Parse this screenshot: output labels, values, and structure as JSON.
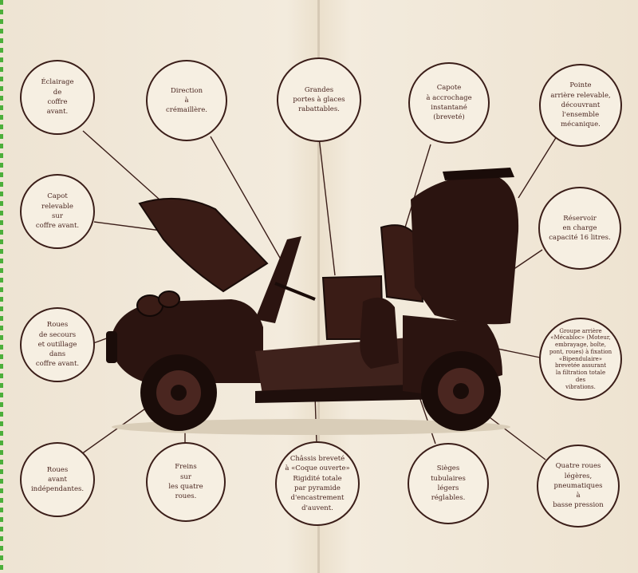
{
  "colors": {
    "ink": "#3b1e19",
    "paper": "#f3ebdd",
    "car_body": "#2b1410",
    "perforation": "#4caf3a"
  },
  "callouts": {
    "eclairage": "Éclairage\nde\ncoffre\navant.",
    "direction": "Direction\nà\ncrémaillère.",
    "grandes_portes": "Grandes\nportes à glaces\nrabattables.",
    "capote": "Capote\nà accrochage\ninstantané\n(breveté)",
    "pointe_arriere": "Pointe\narrière relevable,\ndécouvrant\nl'ensemble\nmécanique.",
    "capot": "Capot\nrelevable\nsur\ncoffre avant.",
    "reservoir": "Réservoir\nen charge\ncapacité 16 litres.",
    "roues_secours": "Roues\nde secours\net outillage\ndans\ncoffre avant.",
    "groupe_arriere": "Groupe arrière\n«Mécabloc» (Moteur,\nembrayage, boîte,\npont, roues) à fixation\n«Bipendulaire»\nbrevetée assurant\nla filtration totale\ndes\nvibrations.",
    "roues_avant": "Roues\navant\nindépendantes.",
    "freins": "Freins\nsur\nles quatre\nroues.",
    "chassis": "Châssis breveté\nà «Coque ouverte»\nRigidité totale\npar pyramide\nd'encastrement\nd'auvent.",
    "sieges": "Sièges\ntubulaires\nlégers\nréglables.",
    "quatre_roues": "Quatre roues\nlégères,\npneumatiques\nà\nbasse pression"
  }
}
